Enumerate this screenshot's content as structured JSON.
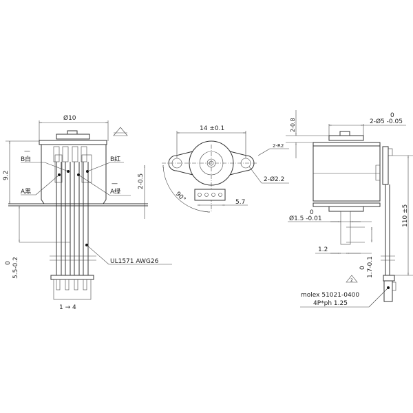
{
  "front_view": {
    "diameter": "Ø10",
    "height": "9.2",
    "flange_offset": "2-0.5",
    "wire_spec": "UL1571  AWG26",
    "lead_tol_top": "0",
    "lead_tol_bottom": "5.5-0.2",
    "pin_order": "1 → 4",
    "wire_labels": {
      "b_white": "B白",
      "a_black": "A黑",
      "b_red": "B红",
      "a_green": "A绿"
    },
    "wire_label_bar": "—"
  },
  "top_view": {
    "hole_spacing": "14 ±0.1",
    "ear_radius": "2-R2",
    "hole_diameter": "2-Ø2.2",
    "angle": "90°",
    "connector_offset": "5.7"
  },
  "side_view": {
    "cap_height": "2-0.8",
    "boss_tol_top": "0",
    "boss_diameter": "2-Ø5 -0.05",
    "shaft_tol_top": "0",
    "shaft_diameter": "Ø1.5 -0.01",
    "flat_width": "1.2",
    "flat_tol_top": "0",
    "flat_tol_bottom": "1.7-0.1",
    "lead_length": "110 ±5",
    "connector_part": "molex 51021-0400",
    "connector_spec": "4P*ph 1.25",
    "revision_mark": "2"
  }
}
